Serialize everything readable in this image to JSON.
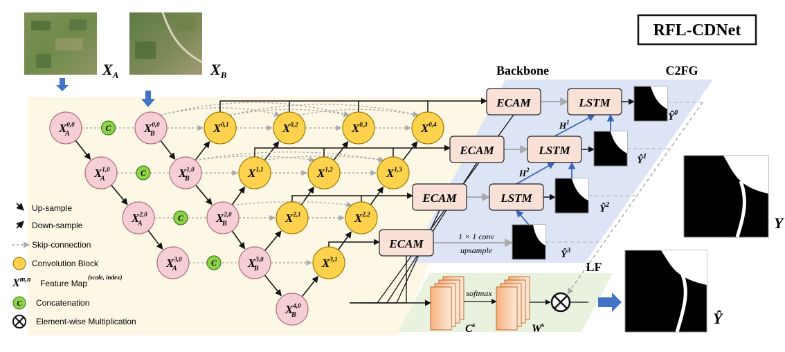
{
  "title": "RFL-CDNet",
  "section_labels": {
    "backbone": "Backbone",
    "c2fg": "C2FG",
    "lf": "LF"
  },
  "inputs": {
    "xa": {
      "main": "X",
      "sub": "A"
    },
    "xb": {
      "main": "X",
      "sub": "B"
    }
  },
  "nodes": [
    {
      "id": "xa00",
      "main": "X",
      "sub": "A",
      "sup": "0,0",
      "kind": "pink"
    },
    {
      "id": "xb00",
      "main": "X",
      "sub": "B",
      "sup": "0,0",
      "kind": "pink"
    },
    {
      "id": "xa10",
      "main": "X",
      "sub": "A",
      "sup": "1,0",
      "kind": "pink"
    },
    {
      "id": "xb10",
      "main": "X",
      "sub": "B",
      "sup": "1,0",
      "kind": "pink"
    },
    {
      "id": "xa20",
      "main": "X",
      "sub": "A",
      "sup": "2,0",
      "kind": "pink"
    },
    {
      "id": "xb20",
      "main": "X",
      "sub": "B",
      "sup": "2,0",
      "kind": "pink"
    },
    {
      "id": "xa30",
      "main": "X",
      "sub": "A",
      "sup": "3,0",
      "kind": "pink"
    },
    {
      "id": "xb30",
      "main": "X",
      "sub": "B",
      "sup": "3,0",
      "kind": "pink"
    },
    {
      "id": "xb40",
      "main": "X",
      "sub": "B",
      "sup": "4,0",
      "kind": "pink"
    },
    {
      "id": "x01",
      "main": "X",
      "sub": "",
      "sup": "0,1",
      "kind": "yellow"
    },
    {
      "id": "x02",
      "main": "X",
      "sub": "",
      "sup": "0,2",
      "kind": "yellow"
    },
    {
      "id": "x03",
      "main": "X",
      "sub": "",
      "sup": "0,3",
      "kind": "yellow"
    },
    {
      "id": "x04",
      "main": "X",
      "sub": "",
      "sup": "0,4",
      "kind": "yellow"
    },
    {
      "id": "x11",
      "main": "X",
      "sub": "",
      "sup": "1,1",
      "kind": "yellow"
    },
    {
      "id": "x12",
      "main": "X",
      "sub": "",
      "sup": "1,2",
      "kind": "yellow"
    },
    {
      "id": "x13",
      "main": "X",
      "sub": "",
      "sup": "1,3",
      "kind": "yellow"
    },
    {
      "id": "x21",
      "main": "X",
      "sub": "",
      "sup": "2,1",
      "kind": "yellow"
    },
    {
      "id": "x22",
      "main": "X",
      "sub": "",
      "sup": "2,2",
      "kind": "yellow"
    },
    {
      "id": "x31",
      "main": "X",
      "sub": "",
      "sup": "3,1",
      "kind": "yellow"
    }
  ],
  "concat_symbol": "C",
  "ecam_label": "ECAM",
  "lstm_label": "LSTM",
  "hidden_states": [
    {
      "main": "H",
      "sup": "1"
    },
    {
      "main": "H",
      "sup": "2"
    }
  ],
  "preds": [
    {
      "main": "Ŷ",
      "sup": "0"
    },
    {
      "main": "Ŷ",
      "sup": "1"
    },
    {
      "main": "Ŷ",
      "sup": "2"
    },
    {
      "main": "Ŷ",
      "sup": "3"
    }
  ],
  "conv_note": {
    "line1": "1 × 1 conv",
    "line2": "upsample"
  },
  "lf": {
    "cs_main": "C",
    "cs_sup": "s",
    "ws_main": "W",
    "ws_sup": "s",
    "softmax": "softmax"
  },
  "outputs": {
    "gt": "Y",
    "final": "Ŷ"
  },
  "legend": {
    "up": "Up-sample",
    "down": "Down-sample",
    "skip": "Skip-connection",
    "conv": "Convolution Block",
    "feat_main": "X",
    "feat_sup": "m,n",
    "feat_text": "Feature Map",
    "feat_note": "(scale, index)",
    "concat": "Concatenation",
    "mult": "Element-wise Multiplication"
  },
  "colors": {
    "pink": "#f6cfd6",
    "yellow": "#ffd24d",
    "green": "#8dd34a",
    "ecam": "#f9e1d7",
    "c2fg_bg": "#dde4f6",
    "backbone_bg": "#fdf8e6",
    "lf_bg": "#e8f2de",
    "arrow_blue": "#4472c4",
    "stack": "#f4a46a"
  }
}
